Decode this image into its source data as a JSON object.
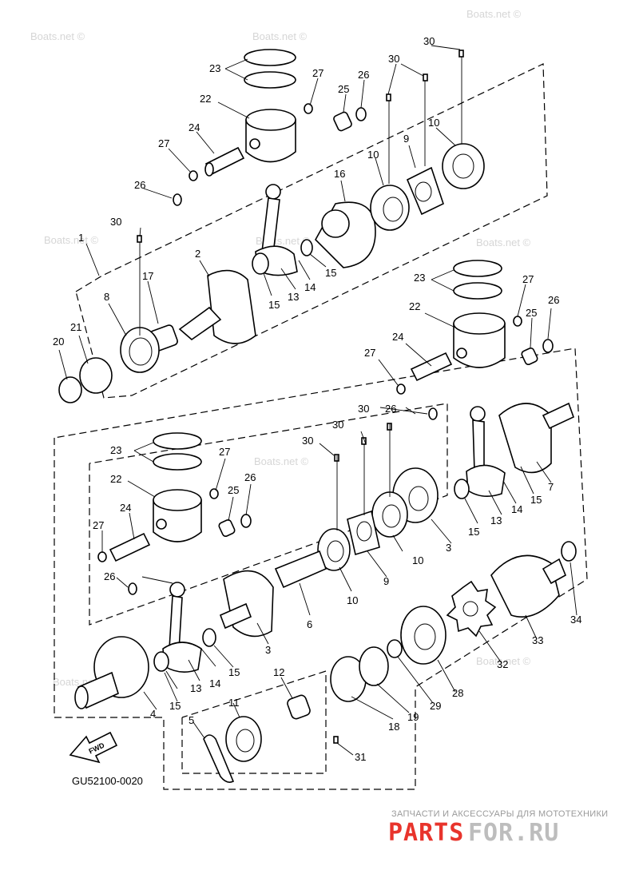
{
  "diagram": {
    "figure_code": "GU52100-0020",
    "fwd_label": "FWD",
    "watermark_text": "Boats.net ©",
    "callouts": {
      "c1": "1",
      "c2": "2",
      "c3a": "3",
      "c3b": "3",
      "c4": "4",
      "c5": "5",
      "c6": "6",
      "c7": "7",
      "c8": "8",
      "c9a": "9",
      "c9b": "9",
      "c10a": "10",
      "c10b": "10",
      "c10c": "10",
      "c10d": "10",
      "c11": "11",
      "c12": "12",
      "c13a": "13",
      "c13b": "13",
      "c13c": "13",
      "c14a": "14",
      "c14b": "14",
      "c14c": "14",
      "c15a": "15",
      "c15b": "15",
      "c15c": "15",
      "c15d": "15",
      "c15e": "15",
      "c15f": "15",
      "c16": "16",
      "c17": "17",
      "c18": "18",
      "c19": "19",
      "c20": "20",
      "c21": "21",
      "c22a": "22",
      "c22b": "22",
      "c22c": "22",
      "c23a": "23",
      "c23b": "23",
      "c23c": "23",
      "c24a": "24",
      "c24b": "24",
      "c24c": "24",
      "c25a": "25",
      "c25b": "25",
      "c25c": "25",
      "c26a": "26",
      "c26b": "26",
      "c26c": "26",
      "c26d": "26",
      "c26e": "26",
      "c26f": "26",
      "c27a": "27",
      "c27b": "27",
      "c27c": "27",
      "c27d": "27",
      "c27e": "27",
      "c27f": "27",
      "c28": "28",
      "c29": "29",
      "c30a": "30",
      "c30b": "30",
      "c30c": "30",
      "c30d": "30",
      "c30e": "30",
      "c30f": "30",
      "c31": "31",
      "c32": "32",
      "c33": "33",
      "c34": "34"
    }
  },
  "ad": {
    "tagline": "ЗАПЧАСТИ И АКСЕССУАРЫ ДЛЯ МОТОТЕХНИКИ",
    "brand_left": "PARTS",
    "brand_right": "FOR.RU",
    "colors": {
      "brand_red": "#e8342c",
      "brand_gray": "#bdbdbd",
      "tagline_gray": "#9a9a9a"
    }
  },
  "colors": {
    "line": "#000000",
    "watermark": "#d6d6d6",
    "background": "#ffffff"
  }
}
